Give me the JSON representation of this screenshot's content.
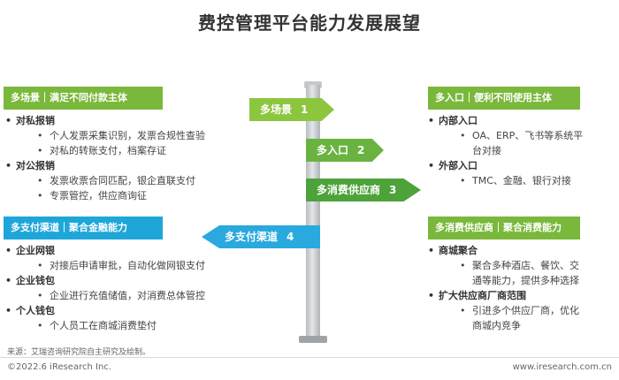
{
  "title": "费控管理平台能力发展展望",
  "left_top": {
    "header": "多场景｜满足不同付款主体",
    "groups": [
      {
        "label": "对私报销",
        "items": [
          "个人发票采集识别，发票合规性查验",
          "对私的转账支付，档案存证"
        ]
      },
      {
        "label": "对公报销",
        "items": [
          "发票收票合同匹配，银企直联支付",
          "专票管控，供应商询征"
        ]
      }
    ]
  },
  "left_bottom": {
    "header": "多支付渠道｜聚合金融能力",
    "groups": [
      {
        "label": "企业网银",
        "items": [
          "对接后申请审批，自动化做网银支付"
        ]
      },
      {
        "label": "企业钱包",
        "items": [
          "企业进行充值储值，对消费总体管控"
        ]
      },
      {
        "label": "个人钱包",
        "items": [
          "个人员工在商城消费垫付"
        ]
      }
    ]
  },
  "right_top": {
    "header": "多入口｜便利不同使用主体",
    "groups": [
      {
        "label": "内部入口",
        "items": [
          "OA、ERP、飞书等系统平",
          "台对接"
        ]
      },
      {
        "label": "外部入口",
        "items": [
          "TMC、金融、银行对接"
        ]
      }
    ]
  },
  "right_bottom": {
    "header": "多消费供应商｜聚合消费能力",
    "groups": [
      {
        "label": "商城聚合",
        "items": [
          "聚合多种酒店、餐饮、交",
          "通等能力，提供多种选择"
        ]
      },
      {
        "label": "扩大供应商厂商范围",
        "items": [
          "引进多个供应厂商，优化",
          "商城内竞争"
        ]
      }
    ]
  },
  "signs": [
    {
      "label": "多场景",
      "num": "1"
    },
    {
      "label": "多入口",
      "num": "2"
    },
    {
      "label": "多消费供应商",
      "num": "3"
    },
    {
      "label": "多支付渠道",
      "num": "4"
    }
  ],
  "source": "来源：艾瑞咨询研究院自主研究及绘制。",
  "footer": {
    "left": "©2022.6 iResearch Inc.",
    "right": "www.iresearch.com.cn"
  },
  "colors": {
    "green": "#7ab83b",
    "cyan": "#1ea6d9"
  }
}
